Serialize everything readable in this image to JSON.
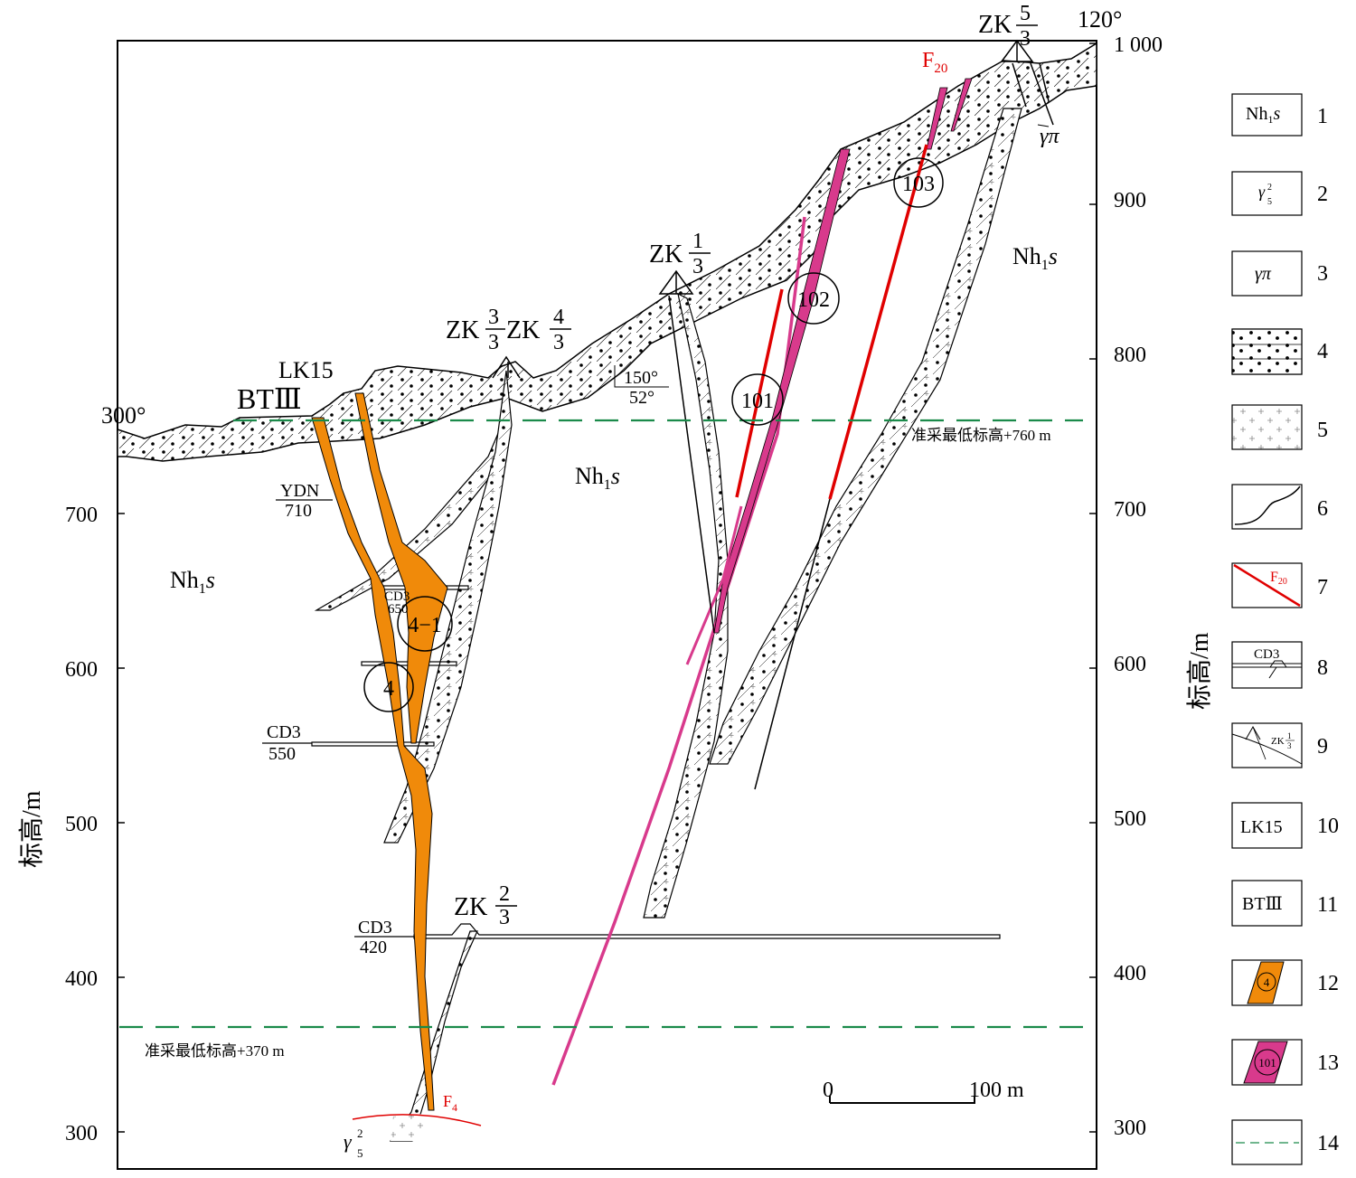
{
  "axes": {
    "left_label": "标高/m",
    "right_label": "标高/m",
    "left_ticks": [
      "700",
      "600",
      "500",
      "400",
      "300"
    ],
    "right_ticks": [
      "1 000",
      "900",
      "800",
      "700",
      "600",
      "500",
      "400",
      "300"
    ],
    "left_direction": "300°",
    "right_direction": "120°"
  },
  "formation_label": "Nh",
  "formation_sub": "1",
  "formation_italic": "s",
  "boreholes": {
    "zk53": {
      "prefix": "ZK",
      "num": "5",
      "den": "3"
    },
    "zk13": {
      "prefix": "ZK",
      "num": "1",
      "den": "3"
    },
    "zk33": {
      "prefix": "ZK",
      "num": "3",
      "den": "3"
    },
    "zk43": {
      "prefix": "ZK",
      "num": "4",
      "den": "3"
    },
    "zk23": {
      "prefix": "ZK",
      "num": "2",
      "den": "3"
    }
  },
  "labels": {
    "lk15": "LK15",
    "bt3": "BTⅢ",
    "ydn_num": "YDN",
    "ydn_den": "710",
    "cd3_650_num": "CD3",
    "cd3_650_den": "650",
    "cd3_550_num": "CD3",
    "cd3_550_den": "550",
    "cd3_420_num": "CD3",
    "cd3_420_den": "420",
    "attitude_num": "150°",
    "attitude_den": "52°",
    "mine_limit_760": "准采最低标高+760 m",
    "mine_limit_370": "准采最低标高+370 m",
    "fault_f20": "F",
    "fault_f20_sub": "20",
    "fault_f4": "F",
    "fault_f4_sub": "4",
    "gamma_pi": "γπ",
    "gamma52": "γ",
    "gamma52_sup": "2",
    "gamma52_sub": "5"
  },
  "orebodies": {
    "ob101": "101",
    "ob102": "102",
    "ob103": "103",
    "ob4": "4",
    "ob41": "4−1"
  },
  "scale_bar": {
    "start": "0",
    "end": "100 m"
  },
  "legend": [
    {
      "num": "1",
      "text": "Nh₁s"
    },
    {
      "num": "2",
      "text": "γ²₅"
    },
    {
      "num": "3",
      "text": "γπ"
    },
    {
      "num": "4",
      "text": ""
    },
    {
      "num": "5",
      "text": ""
    },
    {
      "num": "6",
      "text": ""
    },
    {
      "num": "7",
      "text": "F₂₀"
    },
    {
      "num": "8",
      "text": "CD3"
    },
    {
      "num": "9",
      "text": "ZK 1/3"
    },
    {
      "num": "10",
      "text": "LK15"
    },
    {
      "num": "11",
      "text": "BTⅢ"
    },
    {
      "num": "12",
      "text": "4"
    },
    {
      "num": "13",
      "text": "101"
    },
    {
      "num": "14",
      "text": ""
    }
  ],
  "colors": {
    "orange": "#f08a0a",
    "magenta": "#d83a8c",
    "red": "#e00000",
    "green": "#1a8a4a"
  }
}
